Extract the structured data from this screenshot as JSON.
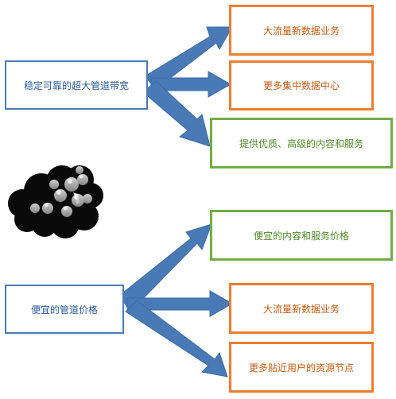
{
  "top_group": {
    "source": "稳定可靠的超大管道带宽",
    "targets": [
      "大流量新数据业务",
      "更多集中数据中心",
      "提供优质、高级的内容和服务"
    ]
  },
  "bottom_group": {
    "source": "便宜的管道价格",
    "targets": [
      "便宜的内容和服务价格",
      "大流量新数据业务",
      "更多贴近用户的资源节点"
    ]
  },
  "colors": {
    "arrow": "#4a7ab5",
    "blue_border": "#4a7ab5",
    "orange_border": "#ed7d31",
    "green_border": "#70ad47"
  },
  "icon": "cloud-icon"
}
